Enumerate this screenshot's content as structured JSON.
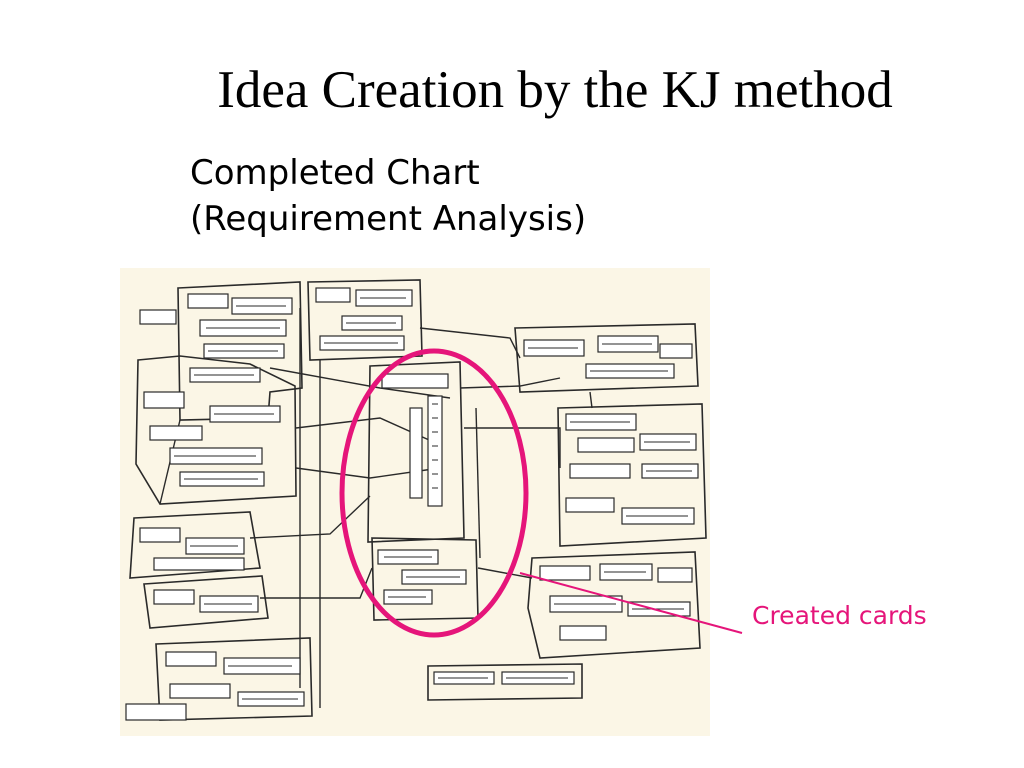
{
  "slide": {
    "title": "Idea Creation by the KJ method",
    "subtitle_line1": "Completed Chart",
    "subtitle_line2": "(Requirement Analysis)",
    "callout_label": "Created cards"
  },
  "colors": {
    "background": "#ffffff",
    "text": "#000000",
    "highlight": "#e5157a",
    "scan_paper": "#fbf6e6",
    "scan_ink": "#2a2a2a"
  },
  "diagram": {
    "description_source": "scanned KJ chart image",
    "highlight_shape": "ellipse"
  }
}
